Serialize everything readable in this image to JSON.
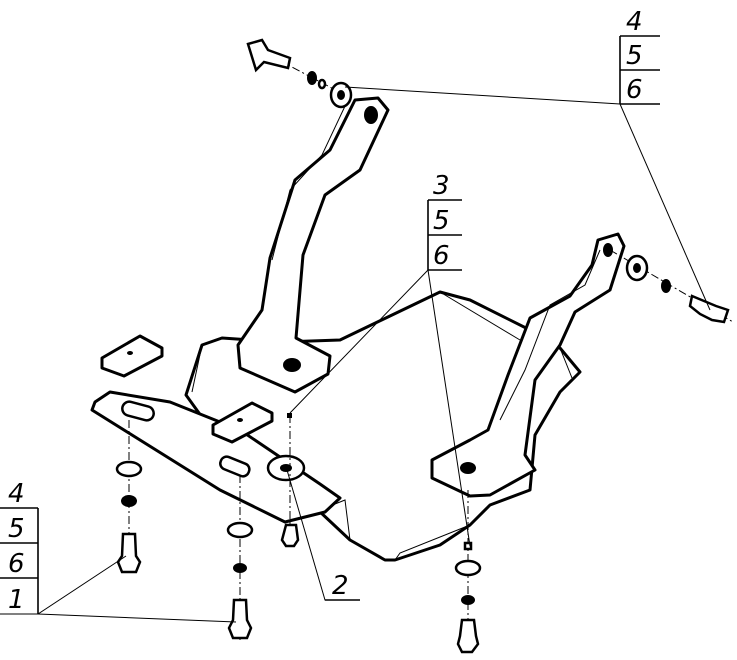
{
  "callouts": {
    "top_right": [
      "4",
      "5",
      "6"
    ],
    "center": [
      "3",
      "5",
      "6"
    ],
    "bottom_left": [
      "4",
      "5",
      "6",
      "1"
    ],
    "single": "2"
  },
  "parts": [
    "skid-plate",
    "left-bracket",
    "right-bracket",
    "mounting-strap",
    "spacer-pad-left",
    "spacer-pad-center",
    "bolt",
    "washer",
    "lock-washer",
    "nut"
  ]
}
